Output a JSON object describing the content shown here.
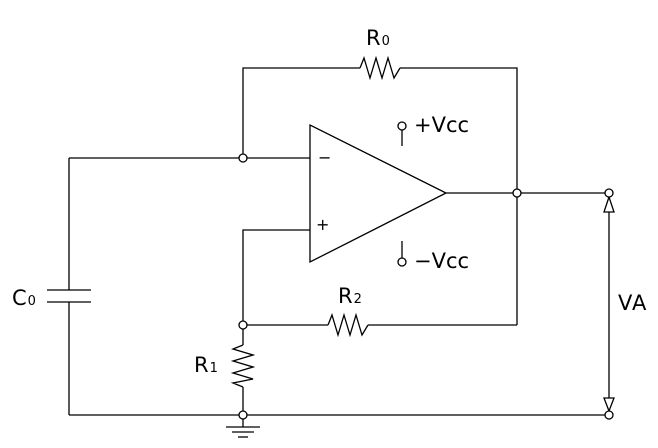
{
  "diagram": {
    "resistors": {
      "r0": {
        "letter": "R",
        "sub": "0"
      },
      "r1": {
        "letter": "R",
        "sub": "1"
      },
      "r2": {
        "letter": "R",
        "sub": "2"
      }
    },
    "capacitor": {
      "letter": "C",
      "sub": "0"
    },
    "opamp": {
      "minus": "−",
      "plus": "+"
    },
    "supply": {
      "positive": "+Vcc",
      "negative": "−Vcc"
    },
    "output": {
      "letter": "V",
      "sub": "A"
    }
  }
}
